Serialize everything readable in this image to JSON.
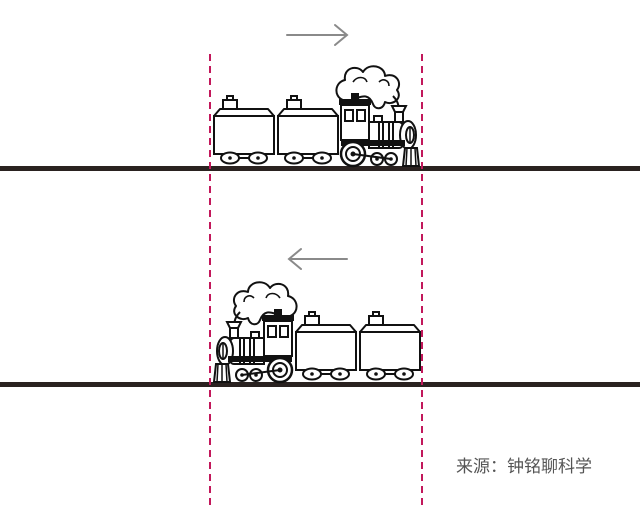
{
  "source_caption": "来源：钟铭聊科学",
  "colors": {
    "rail": "#2a2220",
    "guide": "#c2185b",
    "arrow": "#8a8a8a",
    "ink": "#111111"
  },
  "panels": [
    {
      "id": "top",
      "direction": "right",
      "arrow_icon": "arrow-right-icon",
      "engine": "front-right"
    },
    {
      "id": "bottom",
      "direction": "left",
      "arrow_icon": "arrow-left-icon",
      "engine": "front-left"
    }
  ],
  "icons": [
    "steam-locomotive-icon",
    "train-car-icon",
    "smoke-cloud-icon",
    "wheel-icon"
  ]
}
